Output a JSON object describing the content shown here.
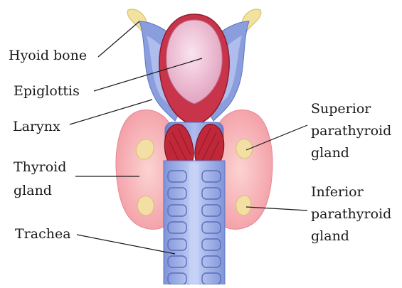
{
  "labels": {
    "hyoid": "Hyoid bone",
    "epiglottis": "Epiglottis",
    "larynx": "Larynx",
    "thyroid": [
      "Thyroid",
      "gland"
    ],
    "trachea": "Trachea",
    "superior_parathyroid": [
      "Superior",
      "parathyroid",
      "gland"
    ],
    "inferior_parathyroid": [
      "Inferior",
      "parathyroid",
      "gland"
    ]
  },
  "colors": {
    "cartilage_blue": "#7d90d6",
    "cartilage_light": "#b9c6f0",
    "thyroid_pink": "#f6a6ad",
    "epiglottis_pink": "#f2c6d8",
    "muscle_red": "#c0283a",
    "parathyroid_yellow": "#f3dfa4",
    "hyoid_yellow": "#f2e2a0"
  }
}
